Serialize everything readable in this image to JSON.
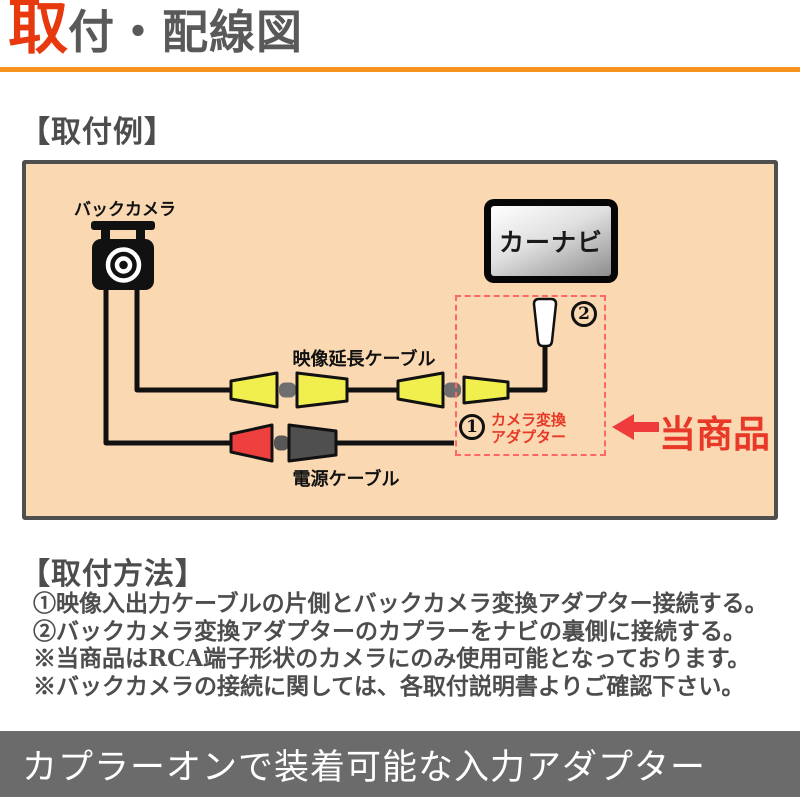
{
  "header": {
    "title_accent": "取",
    "title_rest": "付・配線図"
  },
  "example_section": {
    "heading": "【取付例】"
  },
  "diagram": {
    "camera_label": "バックカメラ",
    "navi_label": "カーナビ",
    "video_cable_label": "映像延長ケーブル",
    "power_cable_label": "電源ケーブル",
    "adapter_callout": {
      "number": "1",
      "line1": "カメラ変換",
      "line2": "アダプター"
    },
    "coupler_callout": {
      "number": "2"
    },
    "product_callout": {
      "label": "当商品"
    }
  },
  "method_section": {
    "heading": "【取付方法】",
    "instructions": [
      "①映像入出力ケーブルの片側とバックカメラ変換アダプター接続する。",
      "②バックカメラ変換アダプターのカプラーをナビの裏側に接続する。",
      "※当商品はRCA端子形状のカメラにのみ使用可能となっております。",
      "※バックカメラの接続に関しては、各取付説明書よりご確認下さい。"
    ]
  },
  "banner": {
    "text": "カプラーオンで装着可能な入力アダプター"
  },
  "colors": {
    "accent_orange": "#f7931e",
    "title_accent_red": "#e8380d",
    "heading_gray": "#4d4d4d",
    "diagram_bg": "#f9d8b2",
    "diagram_border": "#4f4f4f",
    "connector_yellow": "#f0ef4e",
    "connector_red": "#ef4040",
    "connector_dark_gray": "#4f4f4f",
    "dashed_box_red": "#ff6666",
    "callout_red": "#e83828",
    "banner_bg": "#6b6b6b",
    "banner_text": "#ffffff"
  }
}
